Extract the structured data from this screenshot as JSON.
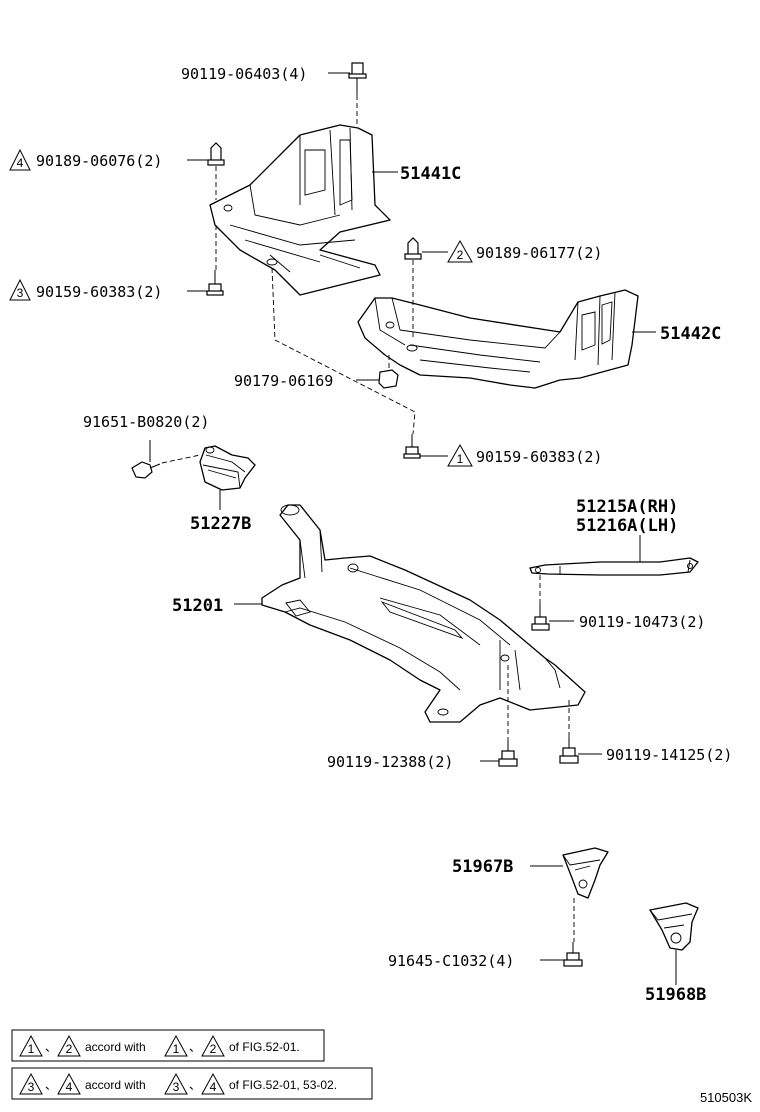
{
  "parts": {
    "bolt_top": "90119-06403(4)",
    "clip_left": "90189-06076(2)",
    "clip_left_badge": "4",
    "cover_rh": "51441C",
    "clip_right": "90189-06177(2)",
    "clip_right_badge": "2",
    "screw_left": "90159-60383(2)",
    "screw_left_badge": "3",
    "cover_lh": "51442C",
    "nut_mid": "90179-06169",
    "screw_mid": "90159-60383(2)",
    "screw_mid_badge": "1",
    "bolt_bracket": "91651-B0820(2)",
    "bracket": "51227B",
    "brace_rh": "51215A(RH)",
    "brace_lh": "51216A(LH)",
    "crossmember": "51201",
    "bolt_brace": "90119-10473(2)",
    "bolt_cm_left": "90119-12388(2)",
    "bolt_cm_right": "90119-14125(2)",
    "mount_a": "51967B",
    "bolt_mount": "91645-C1032(4)",
    "mount_b": "51968B"
  },
  "notes": {
    "note1": {
      "badge_a": "1",
      "badge_b": "2",
      "text1": "accord with",
      "badge_c": "1",
      "badge_d": "2",
      "text2": "of FIG.52-01."
    },
    "note2": {
      "badge_a": "3",
      "badge_b": "4",
      "text1": "accord with",
      "badge_c": "3",
      "badge_d": "4",
      "text2": "of FIG.52-01, 53-02."
    }
  },
  "figure_code": "510503K"
}
